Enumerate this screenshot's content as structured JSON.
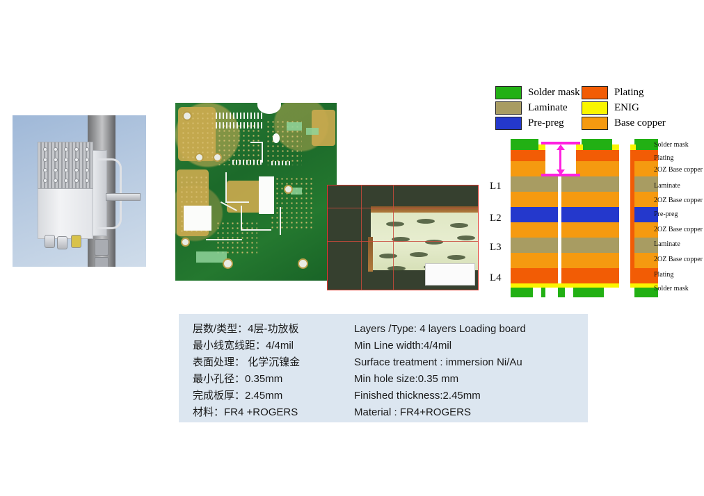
{
  "legend": {
    "left_items": [
      {
        "label": "Solder mask",
        "color": "#22b014",
        "icon": "color-swatch"
      },
      {
        "label": "Laminate",
        "color": "#a89c62",
        "icon": "color-swatch"
      },
      {
        "label": "Pre-preg",
        "color": "#2438cc",
        "icon": "color-swatch"
      }
    ],
    "right_items": [
      {
        "label": "Plating",
        "color": "#f25c05",
        "icon": "color-swatch"
      },
      {
        "label": "ENIG",
        "color": "#faf500",
        "icon": "color-swatch"
      },
      {
        "label": "Base copper",
        "color": "#f59a10",
        "icon": "color-swatch"
      }
    ]
  },
  "stackup": {
    "layer_markers": [
      "L1",
      "L2",
      "L3",
      "L4"
    ],
    "right_labels": [
      "Solder mask",
      "Plating",
      "2OZ Base copper",
      "Laminate",
      "2OZ Base copper",
      "Pre-preg",
      "2OZ Base copper",
      "Laminate",
      "2OZ Base copper",
      "Plating",
      "Solder mask"
    ],
    "colors": {
      "solder_mask": "#22b014",
      "enig": "#faf500",
      "plating": "#f25c05",
      "base_copper": "#f59a10",
      "laminate": "#a89c62",
      "prepreg": "#2438cc",
      "depth_marker": "#ff20e0",
      "drill_hole": "#ffffff"
    }
  },
  "photos": {
    "rru": {
      "name": "pole-mounted remote radio unit"
    },
    "pcb": {
      "name": "four layer power amplifier printed circuit board"
    },
    "micro": {
      "name": "cross section micrograph of laminate glass weave"
    }
  },
  "info": {
    "chinese": [
      "层数/类型：4层-功放板",
      "最小线宽线距：4/4mil",
      "表面处理： 化学沉镍金",
      "最小孔径：0.35mm",
      "完成板厚：2.45mm",
      "材料：FR4 +ROGERS"
    ],
    "english": [
      "Layers /Type:  4 layers   Loading board",
      "Min  Line width:4/4mil",
      "Surface treatment : immersion Ni/Au",
      "Min hole size:0.35 mm",
      "Finished thickness:2.45mm",
      "Material : FR4+ROGERS"
    ],
    "background_color": "#dce6f0"
  }
}
